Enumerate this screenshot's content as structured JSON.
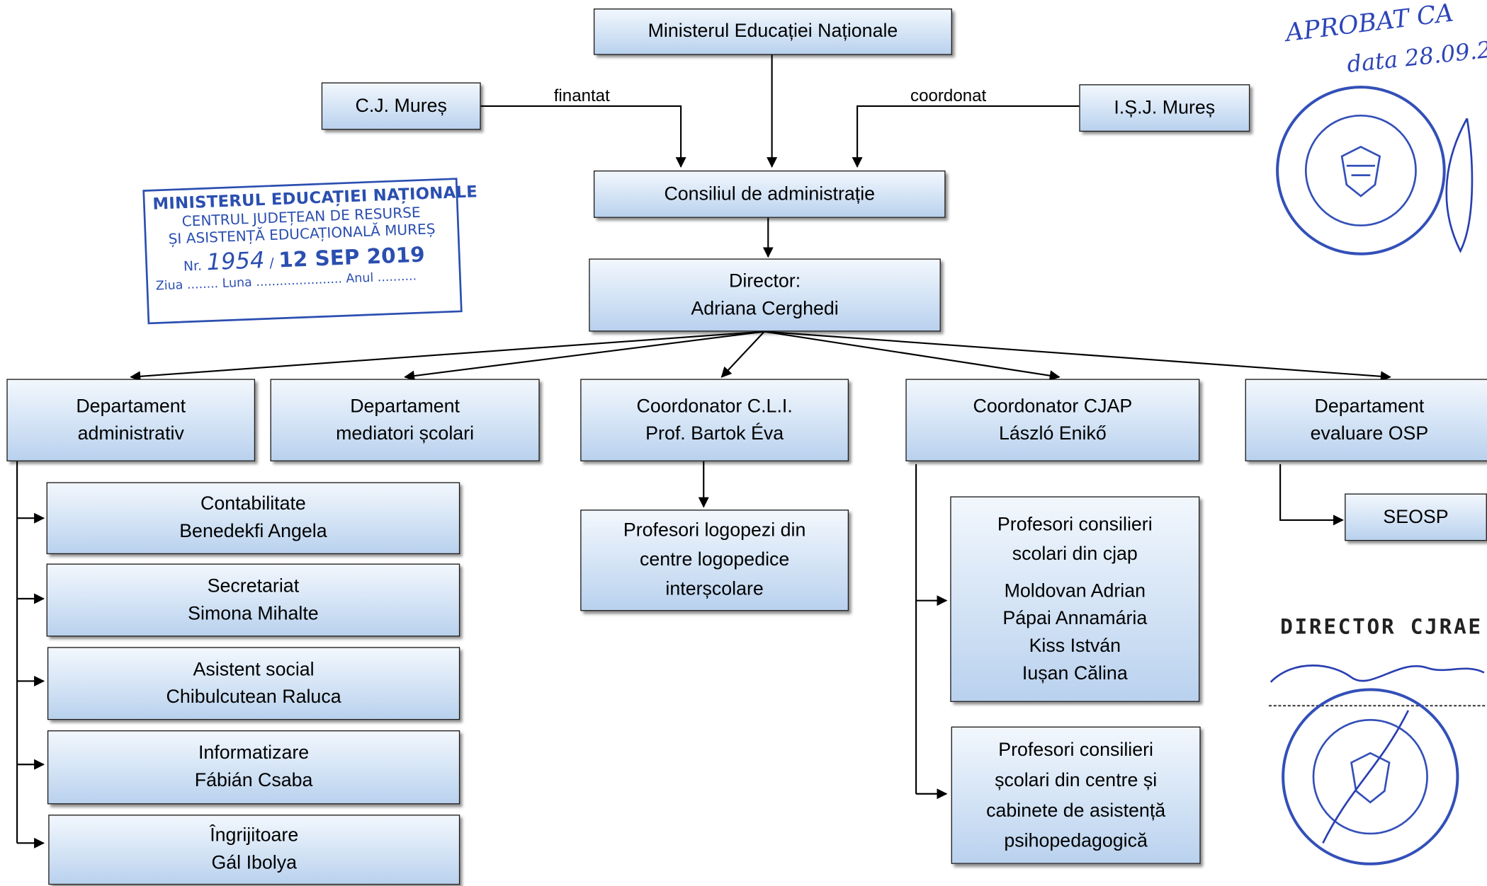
{
  "org_chart": {
    "ministry": "Ministerul Educației Naționale",
    "cj": "C.J. Mureș",
    "isj": "I.Ș.J. Mureș",
    "label_finantat": "finantat",
    "label_coordonat": "coordonat",
    "council": "Consiliul de administrație",
    "director": {
      "title": "Director:",
      "name": "Adriana Cerghedi"
    },
    "departments": [
      {
        "line1": "Departament",
        "line2": "administrativ"
      },
      {
        "line1": "Departament",
        "line2": "mediatori școlari"
      },
      {
        "line1": "Coordonator C.L.I.",
        "line2": "Prof. Bartok Éva"
      },
      {
        "line1": "Coordonator CJAP",
        "line2": "László Enikő"
      },
      {
        "line1": "Departament",
        "line2": "evaluare OSP"
      }
    ],
    "admin_units": [
      {
        "title": "Contabilitate",
        "name": "Benedekfi Angela"
      },
      {
        "title": "Secretariat",
        "name": "Simona Mihalte"
      },
      {
        "title": "Asistent social",
        "name": "Chibulcutean Raluca"
      },
      {
        "title": "Informatizare",
        "name": "Fábián Csaba"
      },
      {
        "title": "Îngrijitoare",
        "name": "Gál Ibolya"
      }
    ],
    "logopedic": [
      "Profesori logopezi din",
      "centre logopedice",
      "interșcolare"
    ],
    "cjap_counselors": {
      "heading": [
        "Profesori consilieri",
        "scolari din cjap"
      ],
      "names": [
        "Moldovan Adrian",
        "Pápai Annamária",
        "Kiss István",
        "Iușan Călina"
      ]
    },
    "centre_counselors": [
      "Profesori consilieri",
      "școlari din centre și",
      "cabinete de asistență",
      "psihopedagogică"
    ],
    "seosp": "SEOSP"
  },
  "stamps": {
    "registration": {
      "line1": "MINISTERUL EDUCAȚIEI NAȚIONALE",
      "line2": "CENTRUL JUDEȚEAN DE RESURSE",
      "line3": "ȘI ASISTENȚĂ EDUCAȚIONALĂ MUREȘ",
      "nr_label": "Nr.",
      "nr_value": "1954",
      "date_value": "12 SEP 2019",
      "ziua": "Ziua",
      "luna": "Luna",
      "anul": "Anul"
    },
    "approval_note": "APROBAT CA\nData 28.09.2",
    "director_cjrae": "DIRECTOR CJRAE"
  },
  "colors": {
    "box_top": "#f2f7fd",
    "box_bottom": "#b9d1ee",
    "stamp_blue": "#2b4fb0"
  }
}
